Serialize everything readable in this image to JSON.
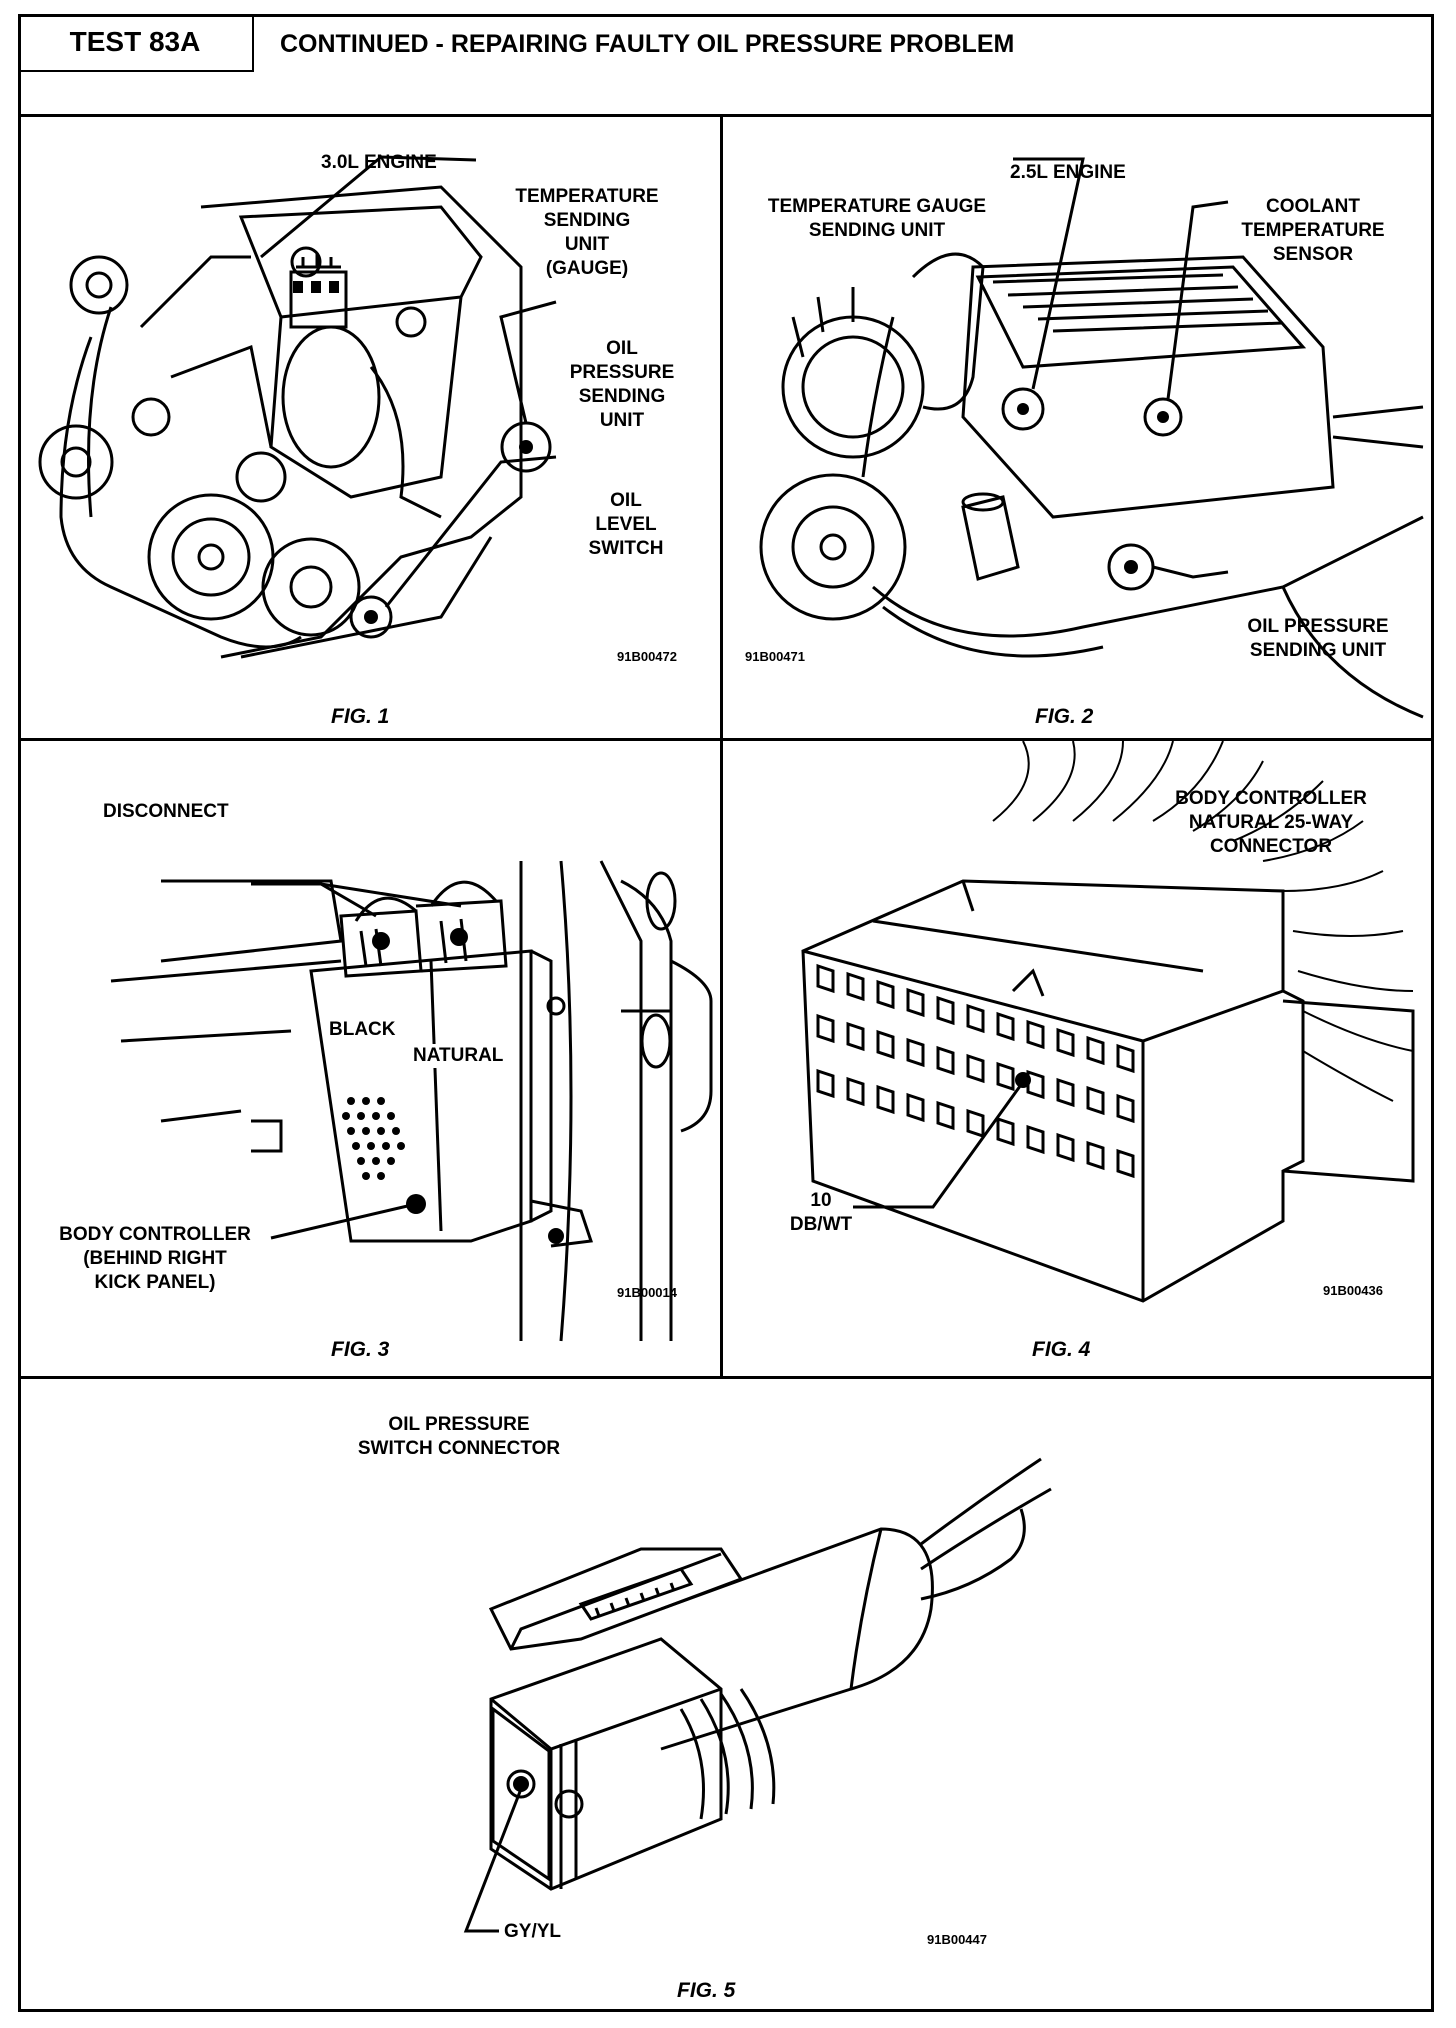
{
  "header": {
    "test_label": "TEST 83A",
    "title": "CONTINUED - REPAIRING FAULTY OIL PRESSURE PROBLEM"
  },
  "fig1": {
    "engine": "3.0L ENGINE",
    "temp_unit": [
      "TEMPERATURE",
      "SENDING",
      "UNIT",
      "(GAUGE)"
    ],
    "oil_pressure": [
      "OIL",
      "PRESSURE",
      "SENDING",
      "UNIT"
    ],
    "oil_level": [
      "OIL",
      "LEVEL",
      "SWITCH"
    ],
    "code": "91B00472",
    "caption": "FIG. 1"
  },
  "fig2": {
    "engine": "2.5L ENGINE",
    "temp_gauge": [
      "TEMPERATURE GAUGE",
      "SENDING UNIT"
    ],
    "coolant": [
      "COOLANT",
      "TEMPERATURE",
      "SENSOR"
    ],
    "oil_pressure": [
      "OIL PRESSURE",
      "SENDING UNIT"
    ],
    "code": "91B00471",
    "caption": "FIG. 2"
  },
  "fig3": {
    "disconnect": "DISCONNECT",
    "black": "BLACK",
    "natural": "NATURAL",
    "body_controller": [
      "BODY CONTROLLER",
      "(BEHIND RIGHT",
      "KICK PANEL)"
    ],
    "code": "91B00014",
    "caption": "FIG. 3"
  },
  "fig4": {
    "title": [
      "BODY CONTROLLER",
      "NATURAL 25-WAY",
      "CONNECTOR"
    ],
    "pin": [
      "10",
      "DB/WT"
    ],
    "code": "91B00436",
    "caption": "FIG. 4"
  },
  "fig5": {
    "title": [
      "OIL PRESSURE",
      "SWITCH CONNECTOR"
    ],
    "wire": "GY/YL",
    "code": "91B00447",
    "caption": "FIG. 5"
  },
  "colors": {
    "ink": "#000000",
    "paper": "#ffffff",
    "shade": "#9a9a9a"
  }
}
